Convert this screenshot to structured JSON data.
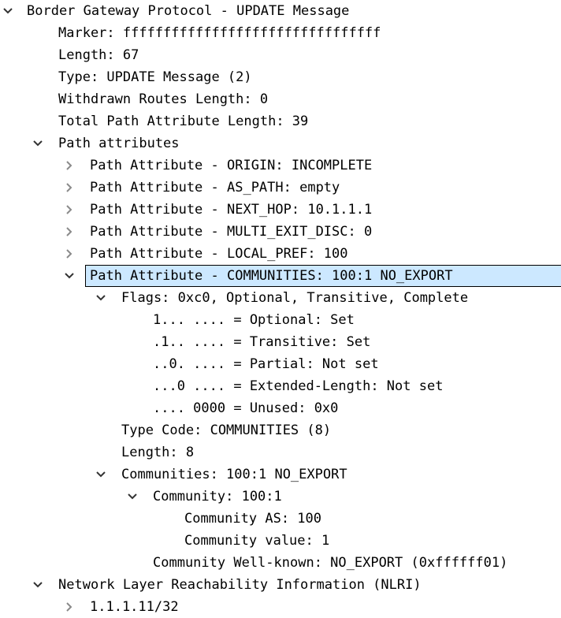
{
  "tree": {
    "rows": [
      {
        "text": "Border Gateway Protocol - UPDATE Message",
        "toggle": "expanded"
      },
      {
        "text": "Marker: ffffffffffffffffffffffffffffffff"
      },
      {
        "text": "Length: 67"
      },
      {
        "text": "Type: UPDATE Message (2)"
      },
      {
        "text": "Withdrawn Routes Length: 0"
      },
      {
        "text": "Total Path Attribute Length: 39"
      },
      {
        "text": "Path attributes",
        "toggle": "expanded"
      },
      {
        "text": "Path Attribute - ORIGIN: INCOMPLETE",
        "toggle": "collapsed"
      },
      {
        "text": "Path Attribute - AS_PATH: empty",
        "toggle": "collapsed"
      },
      {
        "text": "Path Attribute - NEXT_HOP: 10.1.1.1",
        "toggle": "collapsed"
      },
      {
        "text": "Path Attribute - MULTI_EXIT_DISC: 0",
        "toggle": "collapsed"
      },
      {
        "text": "Path Attribute - LOCAL_PREF: 100",
        "toggle": "collapsed"
      },
      {
        "text": "Path Attribute - COMMUNITIES: 100:1 NO_EXPORT",
        "toggle": "expanded",
        "selected": true
      },
      {
        "text": "Flags: 0xc0, Optional, Transitive, Complete",
        "toggle": "expanded"
      },
      {
        "text": "1... .... = Optional: Set"
      },
      {
        "text": ".1.. .... = Transitive: Set"
      },
      {
        "text": "..0. .... = Partial: Not set"
      },
      {
        "text": "...0 .... = Extended-Length: Not set"
      },
      {
        "text": ".... 0000 = Unused: 0x0"
      },
      {
        "text": "Type Code: COMMUNITIES (8)"
      },
      {
        "text": "Length: 8"
      },
      {
        "text": "Communities: 100:1 NO_EXPORT",
        "toggle": "expanded"
      },
      {
        "text": "Community: 100:1",
        "toggle": "expanded"
      },
      {
        "text": "Community AS: 100"
      },
      {
        "text": "Community value: 1"
      },
      {
        "text": "Community Well-known: NO_EXPORT (0xffffff01)"
      },
      {
        "text": "Network Layer Reachability Information (NLRI)",
        "toggle": "expanded"
      },
      {
        "text": "1.1.1.11/32",
        "toggle": "collapsed"
      }
    ]
  }
}
